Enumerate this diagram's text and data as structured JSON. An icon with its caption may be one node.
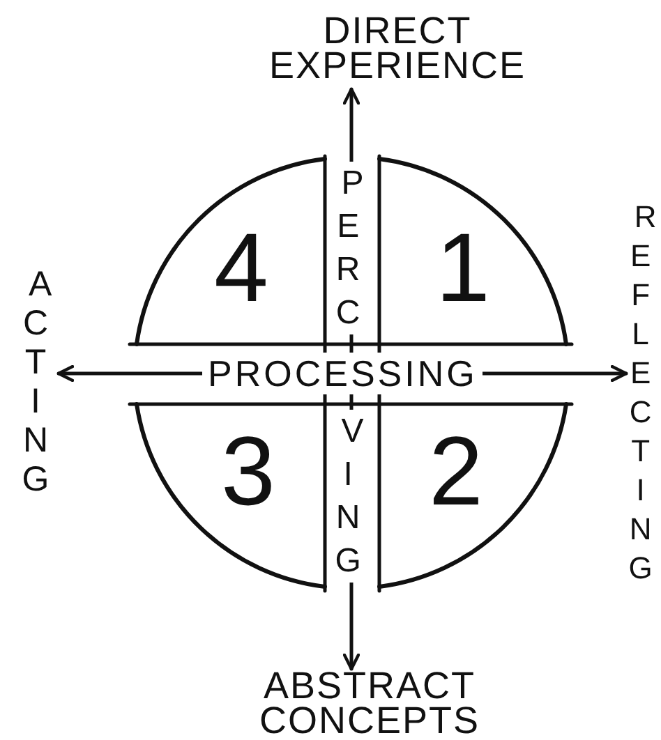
{
  "diagram": {
    "nodes": [
      {
        "text": [
          "DIRECT EXPERIENCE"
        ]
      },
      {
        "text": [
          "ACTING"
        ]
      },
      {
        "text": [
          "4"
        ]
      },
      {
        "text": [
          "1"
        ]
      },
      {
        "text": [
          "REFLECTING"
        ]
      },
      {
        "text": [
          "3"
        ]
      },
      {
        "text": [
          "2"
        ]
      },
      {
        "text": [
          "ABSTRACT CONCEPTS"
        ]
      }
    ],
    "edges": [
      {
        "from": 0,
        "to": 7,
        "arrow": "both"
      },
      {
        "from": 1,
        "to": 4,
        "arrow": "both",
        "label": "PROCESSING"
      }
    ],
    "labels": [
      "PERC",
      "VING"
    ]
  }
}
